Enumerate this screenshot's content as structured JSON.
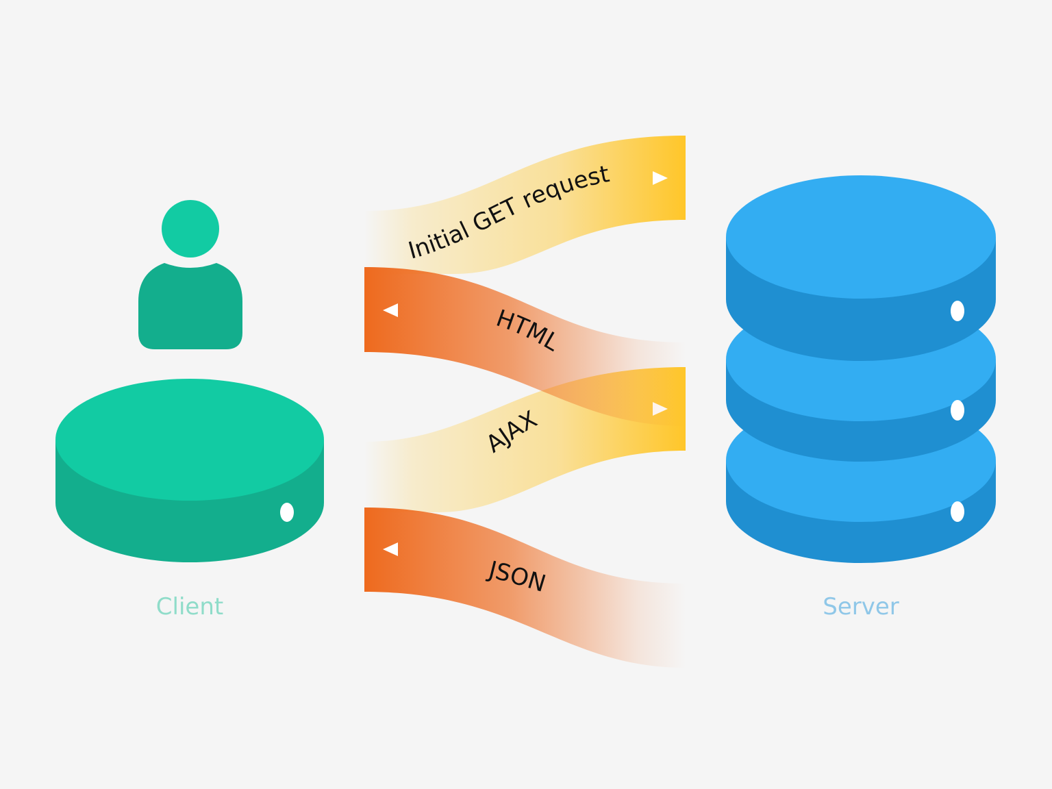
{
  "diagram": {
    "client": {
      "label": "Client"
    },
    "server": {
      "label": "Server"
    },
    "flows": [
      {
        "id": "initial-get-request",
        "label": "Initial GET request",
        "direction": "to-server"
      },
      {
        "id": "html",
        "label": "HTML",
        "direction": "to-client"
      },
      {
        "id": "ajax",
        "label": "AJAX",
        "direction": "to-server"
      },
      {
        "id": "json",
        "label": "JSON",
        "direction": "to-client"
      }
    ]
  },
  "colors": {
    "background": "#f5f5f5",
    "client_top": "#12cba3",
    "client_side": "#13ae8d",
    "client_label": "#8fdcc9",
    "server_top": "#33adf2",
    "server_side": "#1f8fd1",
    "server_label": "#8fc7e8",
    "request_flow": "#ffc629",
    "response_flow": "#ee6a1e"
  },
  "icons": {
    "client_person": "user-icon",
    "client_disk": "client-disk-icon",
    "server_stack": "database-icon",
    "to_server_arrow": "triangle-right-icon",
    "to_client_arrow": "triangle-left-icon"
  }
}
